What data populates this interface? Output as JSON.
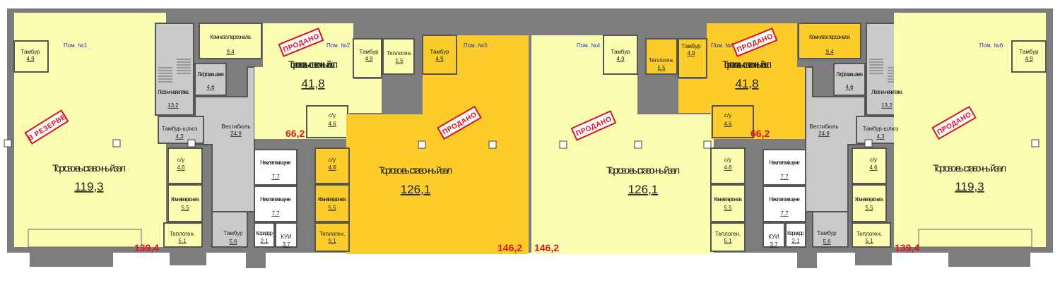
{
  "colors": {
    "wall": "#7d7d7d",
    "wall_dark": "#555555",
    "light_yellow": "#fbfdb0",
    "orange": "#fccc2a",
    "gray_core": "#c9c9c9",
    "stamp_red": "#e0121c",
    "unit_label_blue": "#2232c8"
  },
  "units": [
    {
      "id": "1",
      "pom": "Пом. №1",
      "main_name": "Торгово-выставочный зал",
      "main_area": "119,3",
      "total": "139,4",
      "stamp": "В РЕЗЕРВЕ",
      "tambur": "Тамбур",
      "tambur_area": "4,9",
      "su": "с/у",
      "su_area": "4,6",
      "staff": "Комната персонала",
      "staff_area": "5,5",
      "heat": "Теплоген.",
      "heat_area": "5,1"
    },
    {
      "id": "2",
      "pom": "Пом. №2",
      "main_name": "Торгово-выставочный зал",
      "main_area": "41,8",
      "total": "66,2",
      "stamp": "ПРОДАНО",
      "tambur": "Тамбур",
      "tambur_area": "4,9",
      "su": "с/у",
      "su_area": "4,6",
      "staff": "Комната персонала",
      "staff_area": "9,4",
      "heat": "Теплоген.",
      "heat_area": "5,5"
    },
    {
      "id": "3",
      "pom": "Пом. №3",
      "main_name": "Торгово-выставочный зал",
      "main_area": "126,1",
      "total": "146,2",
      "stamp": "ПРОДАНО",
      "tambur": "Тамбур",
      "tambur_area": "4,9",
      "su": "с/у",
      "su_area": "4,6",
      "staff": "Комната персонала",
      "staff_area": "5,5",
      "heat": "Теплоген.",
      "heat_area": "5,1"
    },
    {
      "id": "4",
      "pom": "Пом. №4",
      "main_name": "Торгово-выставочный зал",
      "main_area": "126,1",
      "total": "146,2",
      "stamp": "ПРОДАНО",
      "tambur": "Тамбур",
      "tambur_area": "4,9",
      "su": "с/у",
      "su_area": "4,6",
      "staff": "Комната персонала",
      "staff_area": "5,5",
      "heat": "Теплоген.",
      "heat_area": "5,1"
    },
    {
      "id": "5",
      "pom": "Пом. №5",
      "main_name": "Торгово-выставочный зал",
      "main_area": "41,8",
      "total": "66,2",
      "stamp": "ПРОДАНО",
      "tambur": "Тамбур",
      "tambur_area": "4,9",
      "su": "с/у",
      "su_area": "4,6",
      "staff": "Комната персонала",
      "staff_area": "9,4",
      "heat": "Теплоген.",
      "heat_area": "5,5"
    },
    {
      "id": "6",
      "pom": "Пом. №6",
      "main_name": "Торгово-выставочный зал",
      "main_area": "119,3",
      "total": "139,4",
      "stamp": "ПРОДАНО",
      "tambur": "Тамбур",
      "tambur_area": "4,9",
      "su": "с/у",
      "su_area": "4,6",
      "staff": "Комната персонала",
      "staff_area": "5,5",
      "heat": "Теплоген.",
      "heat_area": "5,1"
    }
  ],
  "common_left": {
    "stair": "Лестничная клетка",
    "stair_area": "13,2",
    "lift": "Лифтовая шахта",
    "lift_area": "4,6",
    "lobby": "Вестибюль",
    "lobby_area": "24,9",
    "airlock": "Тамбур-шлюз",
    "airlock_area": "4,3",
    "tambur": "Тамбур",
    "tambur_area": "5,6",
    "corridor": "Коридор",
    "corridor_area": "2,1",
    "kui": "КУИ",
    "kui_area": "3,7",
    "nonres1": "Нежилое помещение",
    "nonres1_area": "7,7",
    "nonres2": "Нежилое помещение",
    "nonres2_area": "7,7"
  },
  "common_right": {
    "stair": "Лестничная клетка",
    "stair_area": "13,2",
    "lift": "Лифтовая шахта",
    "lift_area": "4,6",
    "lobby": "Вестибюль",
    "lobby_area": "24,9",
    "airlock": "Тамбур-шлюз",
    "airlock_area": "4,3",
    "tambur": "Тамбур",
    "tambur_area": "5,6",
    "corridor": "Коридор",
    "corridor_area": "2,1",
    "kui": "КУИ",
    "kui_area": "3,7",
    "nonres1": "Нежилое помещение",
    "nonres1_area": "7,7",
    "nonres2": "Нежилое помещение",
    "nonres2_area": "7,7"
  }
}
